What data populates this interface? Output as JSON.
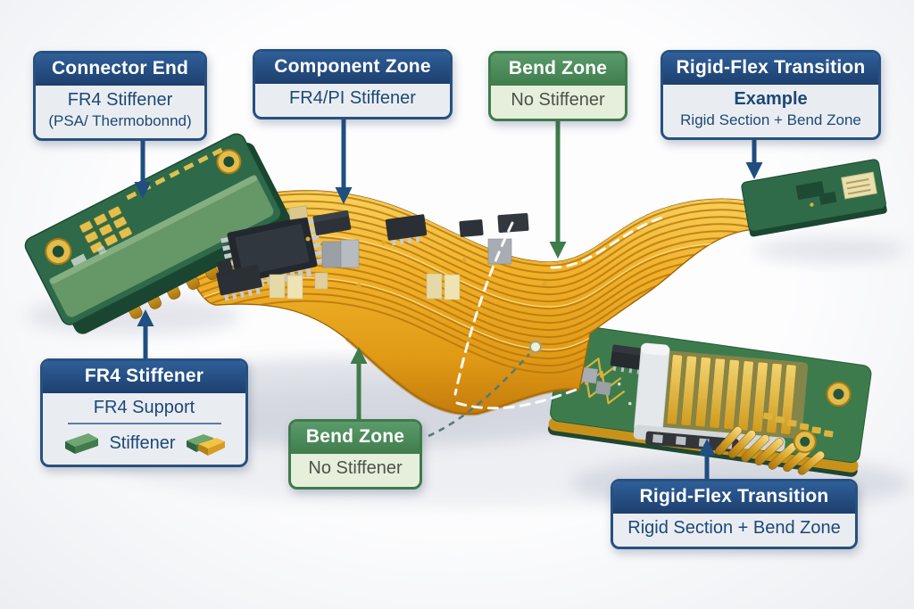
{
  "callouts": {
    "connector_end": {
      "title": "Connector End",
      "subtitle": "FR4 Stiffener",
      "note": "(PSA/ Thermobonnd)"
    },
    "component_zone": {
      "title": "Component Zone",
      "subtitle": "FR4/PI Stiffener"
    },
    "bend_zone_top": {
      "title": "Bend Zone",
      "subtitle": "No Stiffener"
    },
    "rigid_flex_example": {
      "title": "Rigid-Flex Transition",
      "subtitle": "Example",
      "note": "Rigid Section + Bend Zone"
    },
    "fr4_stiffener_legend": {
      "title": "FR4 Stiffener",
      "subtitle": "FR4 Support",
      "note": "Stiffener"
    },
    "bend_zone_bottom": {
      "title": "Bend Zone",
      "subtitle": "No Stiffener"
    },
    "rigid_flex_transition": {
      "title": "Rigid-Flex Transition",
      "subtitle": "Rigid Section + Bend Zone"
    }
  },
  "colors": {
    "blue": "#2f5f99",
    "blueDark": "#1d3f6e",
    "borderBlue": "#27517f",
    "green": "#5b9a6a",
    "greenDark": "#3f7d4c",
    "borderGreen": "#3f7a4c",
    "bodyBg": "#e9edf2",
    "greenBodyBg": "#e6eedc",
    "textBlue": "#1d4876",
    "arrowBlue": "#1e4f80",
    "arrowGreen": "#3e7c4a",
    "flexGold": "#eca81f",
    "boardGreen": "#3d7b4d"
  }
}
